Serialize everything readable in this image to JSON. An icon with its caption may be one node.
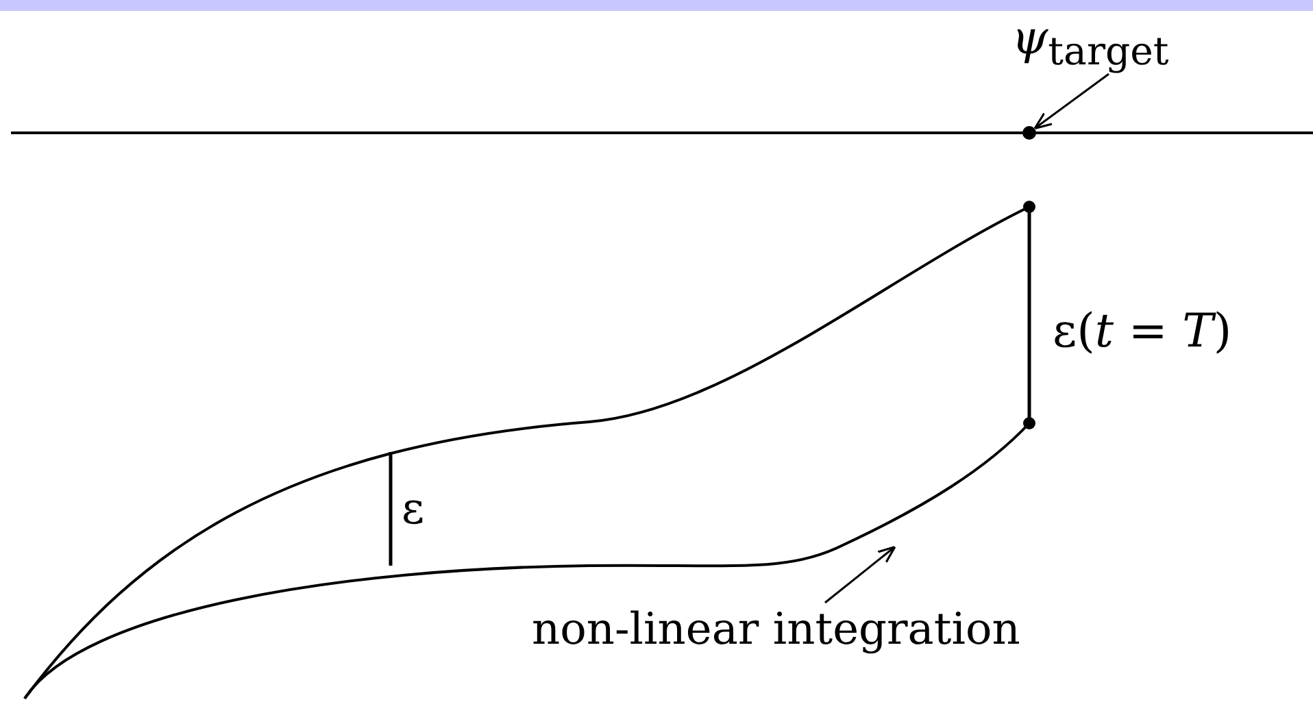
{
  "diagram": {
    "nodes": [
      {
        "text": [
          "*ψ*$_{target}$"
        ]
      },
      {
        "text": [],
        "shape": "circle"
      },
      {
        "text": [
          "non-linear integration"
        ]
      }
    ],
    "edges": [
      {
        "from": 0,
        "to": 1,
        "arrow": "to"
      },
      {
        "from": 2,
        "to": null,
        "arrow": "to"
      }
    ],
    "labels": [
      "ε(*t* = *T*)",
      "ε"
    ]
  }
}
